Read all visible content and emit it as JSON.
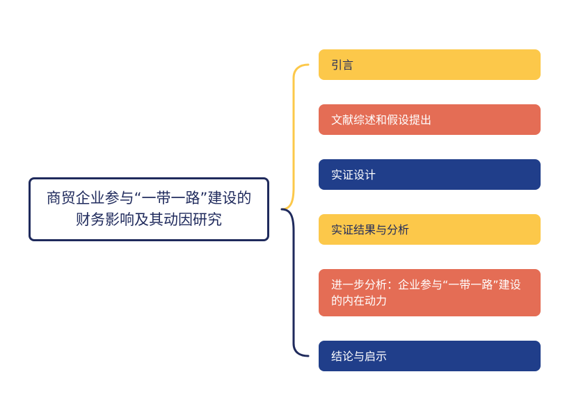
{
  "root": {
    "title": "商贸企业参与“一带一路”建设的财务影响及其动因研究"
  },
  "branches": [
    {
      "label": "引言",
      "color": "#fcc84a"
    },
    {
      "label": "文献综述和假设提出",
      "color": "#e46d55"
    },
    {
      "label": "实证设计",
      "color": "#203e8a"
    },
    {
      "label": "实证结果与分析",
      "color": "#fcc84a"
    },
    {
      "label": "进一步分析：企业参与“一带一路”建设的内在动力",
      "color": "#e46d55"
    },
    {
      "label": "结论与启示",
      "color": "#203e8a"
    }
  ],
  "colors": {
    "root_border": "#1f2a5c",
    "connector_upper": "#fcc84a",
    "connector_lower": "#1f2a5c"
  }
}
